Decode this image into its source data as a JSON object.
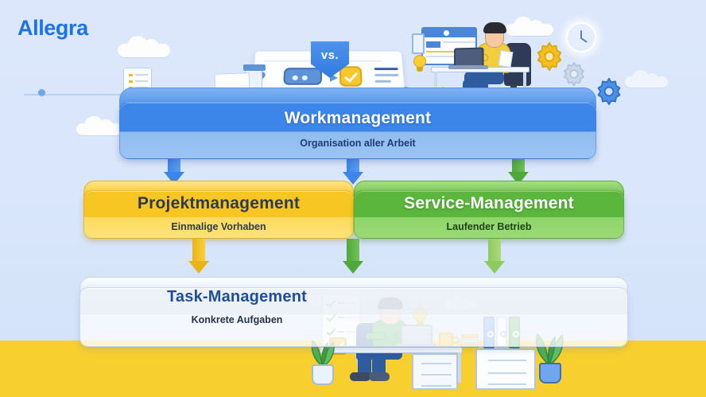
{
  "brand": {
    "name": "Allegra",
    "color": "#1A73E8"
  },
  "palette": {
    "background": "#DCE8FB",
    "floor": "#F7CF2E",
    "blue": "#3C86E9",
    "blue_light": "#8FBCF2",
    "yellow": "#F8C623",
    "yellow_light": "#FCE277",
    "green": "#5BB63C",
    "green_light": "#9BDA76",
    "gray_panel": "#EEF2F8",
    "title_dark": "#1F4E96"
  },
  "badge": {
    "label": "vs."
  },
  "hierarchy": {
    "levels": [
      {
        "id": "workmanagement",
        "title": "Workmanagement",
        "subtitle": "Organisation aller Arbeit",
        "color": "#3C86E9",
        "tier": 1
      },
      {
        "id": "projektmanagement",
        "title": "Projektmanagement",
        "subtitle": "Einmalige Vorhaben",
        "color": "#F8C623",
        "tier": 2
      },
      {
        "id": "service-management",
        "title": "Service-Management",
        "subtitle": "Laufender Betrieb",
        "color": "#5BB63C",
        "tier": 2
      },
      {
        "id": "task-management",
        "title": "Task-Management",
        "subtitle": "Konkrete Aufgaben",
        "color": "#EEF2F8",
        "tier": 3
      }
    ],
    "arrows": [
      {
        "id": "work-to-projekt-left",
        "from": "workmanagement",
        "to": "projektmanagement",
        "color": "#3C86E9"
      },
      {
        "id": "work-to-middle",
        "from": "workmanagement",
        "to": "projektmanagement",
        "color": "#3C86E9"
      },
      {
        "id": "work-to-service",
        "from": "workmanagement",
        "to": "service-management",
        "color": "#5BB63C"
      },
      {
        "id": "projekt-to-task",
        "from": "projektmanagement",
        "to": "task-management",
        "color": "#F5C01F"
      },
      {
        "id": "middle-to-task",
        "from": "service-management",
        "to": "task-management",
        "color": "#4FA83A"
      },
      {
        "id": "service-to-task",
        "from": "service-management",
        "to": "task-management",
        "color": "#8FCB5C"
      }
    ]
  },
  "illustrations": {
    "top_worker": {
      "name": "person-at-desk-yellow-shirt",
      "shirt": "#F2CE3C",
      "pants": "#2F5C9E"
    },
    "bottom_worker": {
      "name": "person-at-desk-green-shirt",
      "shirt": "#4CAF50",
      "pants": "#2F5C9E"
    },
    "icons": [
      {
        "name": "gear-yellow-icon",
        "color": "#F5C01F"
      },
      {
        "name": "gear-gray-icon",
        "color": "#C6D3E4"
      },
      {
        "name": "gear-blue-icon",
        "color": "#3C86E9"
      },
      {
        "name": "clock-icon",
        "color": "#5C7FB5"
      },
      {
        "name": "lightbulb-icon",
        "color": "#F7C92E"
      },
      {
        "name": "checkmark-card-icon",
        "color": "#F5C01F"
      },
      {
        "name": "calendar-board-icon",
        "color": "#3C86E9"
      },
      {
        "name": "checklist-board-icon",
        "color": "#4CAF50"
      },
      {
        "name": "binders-icon",
        "color": "#3C86E9"
      },
      {
        "name": "plant-icon",
        "color": "#4CAF50"
      },
      {
        "name": "coffee-mug-icon",
        "color": "#F5C01F"
      },
      {
        "name": "cloud-icon",
        "color": "#FFFFFF"
      }
    ]
  }
}
